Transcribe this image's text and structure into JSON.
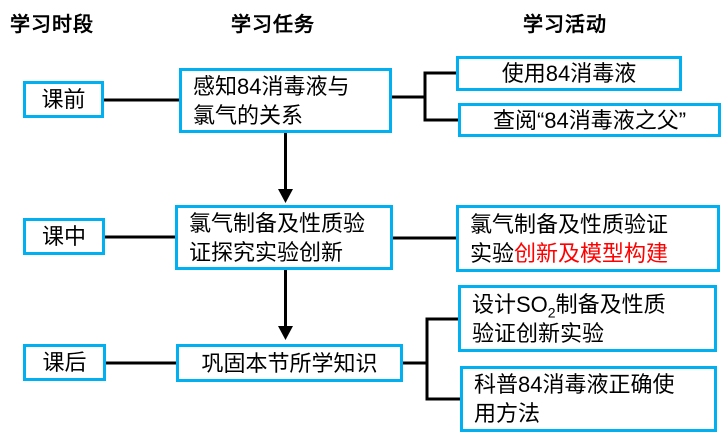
{
  "headers": {
    "period": "学习时段",
    "task": "学习任务",
    "activity": "学习活动"
  },
  "stages": [
    {
      "label": "课前"
    },
    {
      "label": "课中"
    },
    {
      "label": "课后"
    }
  ],
  "tasks": [
    {
      "lines": [
        "感知84消毒液与",
        "氯气的关系"
      ]
    },
    {
      "lines": [
        "氯气制备及性质验",
        "证探究实验创新"
      ]
    },
    {
      "lines": [
        "巩固本节所学知识"
      ]
    }
  ],
  "activities": {
    "use84": {
      "label": "使用84消毒液"
    },
    "lookup84": {
      "label": "查阅“84消毒液之父”"
    },
    "chlorine": {
      "line1": "氯气制备及性质验证",
      "line2_black": "实验",
      "line2_red": "创新及模型构建"
    },
    "so2": {
      "line1_pre": "设计SO",
      "line1_sub": "2",
      "line1_post": "制备及性质",
      "line2": "验证创新实验"
    },
    "popsci": {
      "lines": [
        "科普84消毒液正确使",
        "用方法"
      ]
    }
  },
  "colors": {
    "box_border": "#00B0F0",
    "red_text": "#FF0000",
    "connector": "#000000"
  }
}
